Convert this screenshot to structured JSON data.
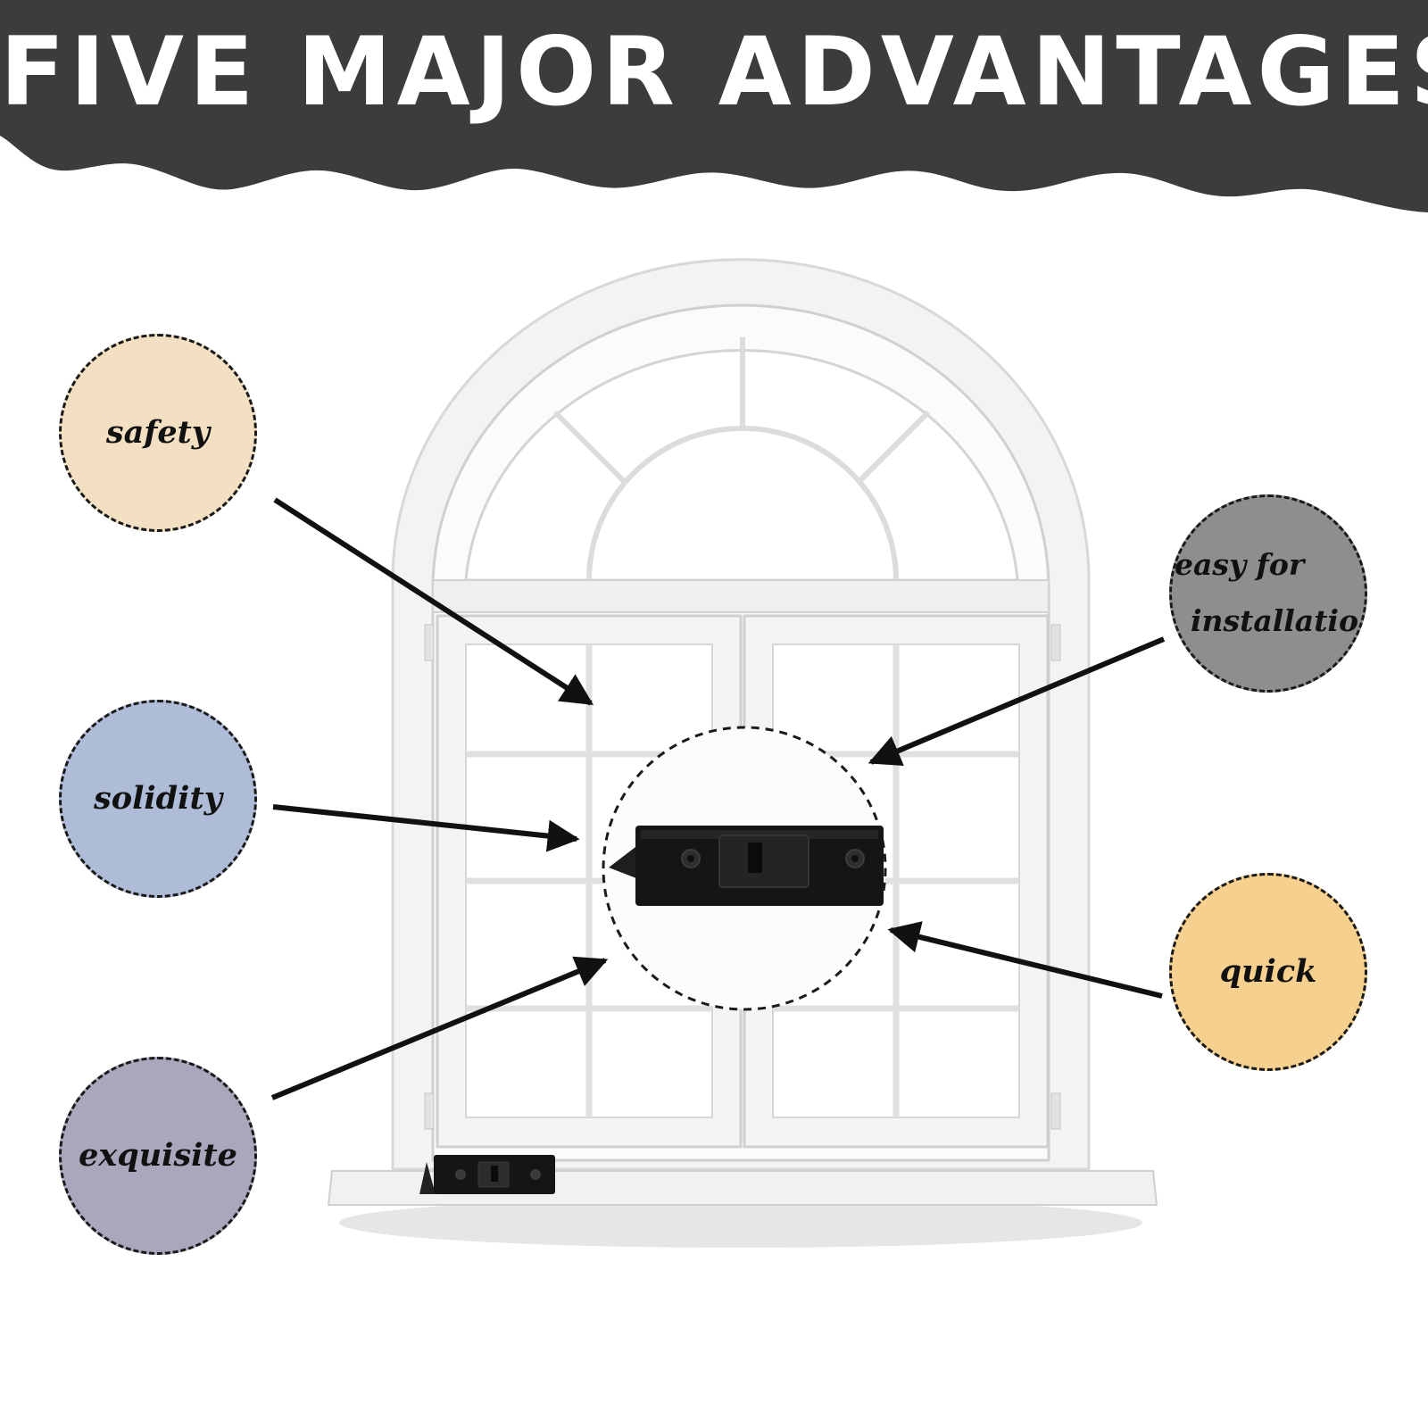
{
  "header": {
    "title": "FIVE MAJOR ADVANTAGES"
  },
  "advantages": [
    {
      "label": "safety"
    },
    {
      "label": "solidity"
    },
    {
      "label": "exquisite"
    },
    {
      "label_line1": "easy for",
      "label_line2": "installatio"
    },
    {
      "label": "quick"
    }
  ],
  "colors": {
    "banner": "#3c3c3e",
    "safety": "#f3e0c3",
    "solidity": "#aebcd8",
    "exquisite": "#aaa6bb",
    "easy_for_installation": "#8e8e8e",
    "quick": "#f6d08f",
    "latch": "#151515"
  }
}
